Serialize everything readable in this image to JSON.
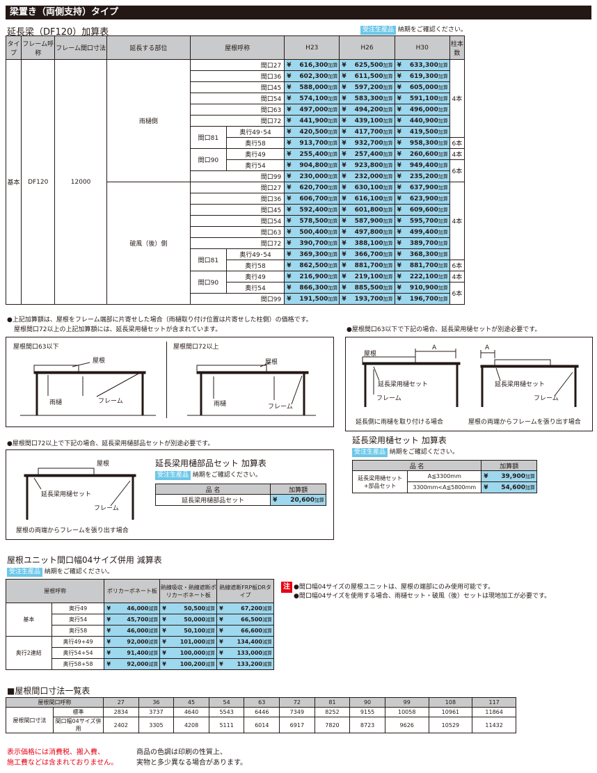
{
  "header_bar": "梁置き（両側支持）タイプ",
  "main_title": "延長梁（DF120）加算表",
  "order_badge": "受注生産品",
  "order_note": "納期をご確認ください。",
  "main_table": {
    "headers": [
      "タイプ",
      "フレーム呼称",
      "フレーム間口寸法",
      "延長する部位",
      "屋根呼称",
      "H23",
      "H26",
      "H30",
      "柱本数"
    ],
    "type": "基本",
    "frame_name": "DF120",
    "frame_width": "12000",
    "side1": "雨樋側",
    "side2": "破風（後）側",
    "yen": "¥",
    "add": "加算",
    "rows1": [
      {
        "name": "間口27",
        "p": [
          "616,300",
          "625,500",
          "633,300"
        ]
      },
      {
        "name": "間口36",
        "p": [
          "602,300",
          "611,500",
          "619,300"
        ]
      },
      {
        "name": "間口45",
        "p": [
          "588,000",
          "597,200",
          "605,000"
        ]
      },
      {
        "name": "間口54",
        "p": [
          "574,100",
          "583,300",
          "591,100"
        ]
      },
      {
        "name": "間口63",
        "p": [
          "497,000",
          "494,200",
          "496,000"
        ]
      },
      {
        "name": "間口72",
        "p": [
          "441,900",
          "439,100",
          "440,900"
        ]
      }
    ],
    "g81": "間口81",
    "g90": "間口90",
    "r81a": {
      "name": "奥行49･54",
      "p": [
        "420,500",
        "417,700",
        "419,500"
      ]
    },
    "r81b": {
      "name": "奥行58",
      "p": [
        "913,700",
        "932,700",
        "958,300"
      ]
    },
    "r90a": {
      "name": "奥行49",
      "p": [
        "255,400",
        "257,400",
        "260,600"
      ]
    },
    "r90b": {
      "name": "奥行54",
      "p": [
        "904,800",
        "923,800",
        "949,400"
      ]
    },
    "r99": {
      "name": "間口99",
      "p": [
        "230,000",
        "232,000",
        "235,200"
      ]
    },
    "rows2": [
      {
        "name": "間口27",
        "p": [
          "620,700",
          "630,100",
          "637,900"
        ]
      },
      {
        "name": "間口36",
        "p": [
          "606,700",
          "616,100",
          "623,900"
        ]
      },
      {
        "name": "間口45",
        "p": [
          "592,400",
          "601,800",
          "609,600"
        ]
      },
      {
        "name": "間口54",
        "p": [
          "578,500",
          "587,900",
          "595,700"
        ]
      },
      {
        "name": "間口63",
        "p": [
          "500,400",
          "497,800",
          "499,400"
        ]
      },
      {
        "name": "間口72",
        "p": [
          "390,700",
          "388,100",
          "389,700"
        ]
      }
    ],
    "s81a": {
      "name": "奥行49･54",
      "p": [
        "369,300",
        "366,700",
        "368,300"
      ]
    },
    "s81b": {
      "name": "奥行58",
      "p": [
        "862,500",
        "881,700",
        "881,700"
      ]
    },
    "s90a": {
      "name": "奥行49",
      "p": [
        "216,900",
        "219,100",
        "222,100"
      ]
    },
    "s90b": {
      "name": "奥行54",
      "p": [
        "866,300",
        "885,500",
        "910,900"
      ]
    },
    "s99": {
      "name": "間口99",
      "p": [
        "191,500",
        "193,700",
        "196,700"
      ]
    },
    "posts4": "4本",
    "posts6": "6本"
  },
  "note1a": "●上記加算額は、屋根をフレーム端部に片寄せした場合（雨樋取り付け位置は片寄せした柱側）の価格です。",
  "note1b": "屋根間口72以上の上記加算額には、延長梁用樋セットが含まれています。",
  "note2": "●屋根間口63以下で下記の場合、延長梁用樋セットが別途必要です。",
  "diag1": {
    "left_title": "屋根間口63以下",
    "right_title": "屋根間口72以上",
    "roof": "屋根",
    "gutter": "雨樋",
    "frame": "フレーム"
  },
  "diag2": {
    "roof": "屋根",
    "a": "A",
    "gutter_set": "延長梁用樋セット",
    "frame": "フレーム",
    "cap_left": "延長側に雨樋を取り付ける場合",
    "cap_right": "屋根の両端からフレームを張り出す場合"
  },
  "gutter_set_title": "延長梁用樋セット 加算表",
  "gutter_set_table": {
    "h1": "品 名",
    "h2": "加算額",
    "name": "延長梁用樋セット+部品セット",
    "r1": "A≦3300mm",
    "r2": "3300mm<A≦5800mm",
    "p1": "39,900",
    "p2": "54,600"
  },
  "note3": "●屋根間口72以上で下記の場合、延長梁用樋部品セットが別途必要です。",
  "diag3": {
    "roof": "屋根",
    "gutter_set": "延長梁用樋セット",
    "frame": "フレーム",
    "cap": "屋根の両端からフレームを張り出す場合"
  },
  "parts_title": "延長梁用樋部品セット 加算表",
  "parts_table": {
    "h1": "品 名",
    "h2": "加算額",
    "name": "延長梁用樋部品セット",
    "price": "20,600"
  },
  "unit_title": "屋根ユニット間口幅04サイズ併用 減算表",
  "unit_table": {
    "headers": [
      "屋根呼称",
      "ポリカーボネート板",
      "熱線吸収・熱線遮断ポリカーボネート板",
      "熱線遮断FRP板DRタイプ"
    ],
    "g1": "基本",
    "g2": "奥行2連結",
    "sub": "減算",
    "rows1": [
      {
        "n": "奥行49",
        "p": [
          "46,000",
          "50,500",
          "67,200"
        ]
      },
      {
        "n": "奥行54",
        "p": [
          "45,700",
          "50,000",
          "66,500"
        ]
      },
      {
        "n": "奥行58",
        "p": [
          "46,000",
          "50,100",
          "66,600"
        ]
      }
    ],
    "rows2": [
      {
        "n": "奥行49+49",
        "p": [
          "92,000",
          "101,000",
          "134,400"
        ]
      },
      {
        "n": "奥行54+54",
        "p": [
          "91,400",
          "100,000",
          "133,000"
        ]
      },
      {
        "n": "奥行58+58",
        "p": [
          "92,000",
          "100,200",
          "133,200"
        ]
      }
    ]
  },
  "caution_tag": "注",
  "caution1": "●間口幅04サイズの屋根ユニットは、屋根の端部にのみ使用可能です。",
  "caution2": "●間口幅04サイズを使用する場合、雨樋セット・破風（後）セットは現地加工が必要です。",
  "dim_title": "■屋根間口寸法一覧表",
  "dim_table": {
    "h": "屋根間口呼称",
    "rowlabel": "屋根間口寸法",
    "std": "標準",
    "alt": "間口幅04サイズ併用",
    "cols": [
      "27",
      "36",
      "45",
      "54",
      "63",
      "72",
      "81",
      "90",
      "99",
      "108",
      "117"
    ],
    "std_vals": [
      "2834",
      "3737",
      "4640",
      "5543",
      "6446",
      "7349",
      "8252",
      "9155",
      "10058",
      "10961",
      "11864"
    ],
    "alt_vals": [
      "2402",
      "3305",
      "4208",
      "5111",
      "6014",
      "6917",
      "7820",
      "8723",
      "9626",
      "10529",
      "11432"
    ]
  },
  "foot_red1": "表示価格には消費税、搬入費、",
  "foot_red2": "施工費などは含まれておりません。",
  "foot1": "商品の色調は印刷の性質上、",
  "foot2": "実物と多少異なる場合があります。"
}
